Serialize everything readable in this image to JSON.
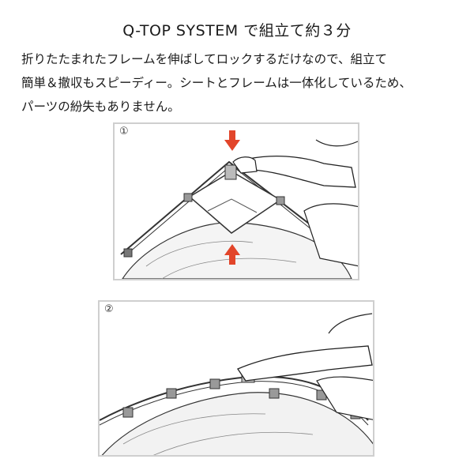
{
  "title": "Q-TOP SYSTEM で組立て約３分",
  "description": {
    "line1": "折りたたまれたフレームを伸ばしてロックするだけなので、組立て",
    "line2": "簡単＆撤収もスピーディー。シートとフレームは一体化しているため、",
    "line3": "パーツの紛失もありません。"
  },
  "steps": [
    {
      "label": "①"
    },
    {
      "label": "②"
    }
  ],
  "colors": {
    "arrow": "#e2452a",
    "panel_border": "#cfcfcf"
  }
}
